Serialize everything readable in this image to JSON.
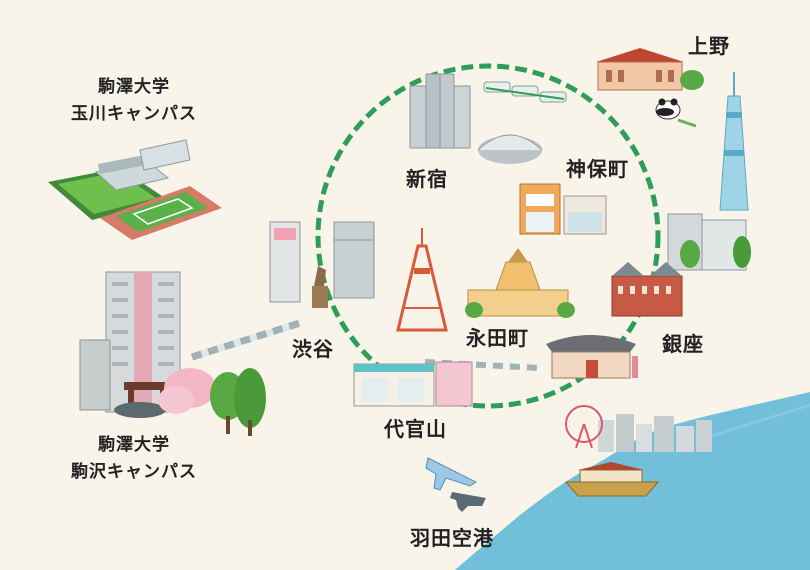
{
  "map": {
    "colors": {
      "background": "#f8f4ea",
      "water": "#5bb5d6",
      "loop_line": "#2e9d57",
      "link_line": "#b9c7cc"
    },
    "labels": {
      "ueno": "上野",
      "shinjuku": "新宿",
      "jimbocho": "神保町",
      "shibuya": "渋谷",
      "nagatacho": "永田町",
      "ginza": "銀座",
      "daikanyama": "代官山",
      "haneda": "羽田空港",
      "tamagawa_campus_line1": "駒澤大学",
      "tamagawa_campus_line2": "玉川キャンパス",
      "komazawa_campus_line1": "駒澤大学",
      "komazawa_campus_line2": "駒沢キャンパス"
    },
    "illustrations": {
      "ueno_museum": "ueno-museum-illustration",
      "skytree": "skytree-tower-illustration",
      "panda": "panda-illustration",
      "metropolitan_govt": "tokyo-metropolitan-government-building-illustration",
      "tokyo_dome": "tokyo-dome-illustration",
      "tokyo_tower": "tokyo-tower-illustration",
      "diet_building": "national-diet-building-illustration",
      "tokyo_station": "tokyo-station-illustration",
      "kabukiza": "kabukiza-theater-illustration",
      "shibuya_109": "shibuya-109-illustration",
      "hachiko": "hachiko-statue-illustration",
      "airplane": "airplane-illustration",
      "yakatabune": "yakatabune-boat-illustration",
      "ferris_wheel": "ferris-wheel-illustration"
    }
  }
}
